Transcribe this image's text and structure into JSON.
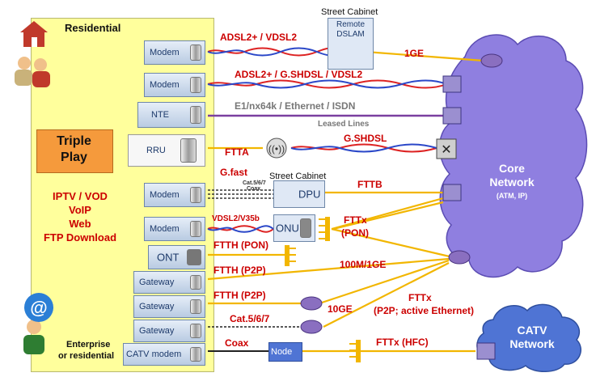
{
  "residential": "Residential",
  "triple_play": [
    "Triple",
    "Play"
  ],
  "services": [
    "IPTV / VOD",
    "VoIP",
    "Web",
    "FTP Download"
  ],
  "enterprise": [
    "Enterprise",
    "or residential"
  ],
  "devices": {
    "modem1": "Modem",
    "modem2": "Modem",
    "nte": "NTE",
    "rru": "RRU",
    "modem3": "Modem",
    "modem4": "Modem",
    "ont": "ONT",
    "gateway1": "Gateway",
    "gateway2": "Gateway",
    "gateway3": "Gateway",
    "catv_modem": "CATV modem"
  },
  "street_cabinet_1": "Street Cabinet",
  "remote_dslam": [
    "Remote",
    "DSLAM"
  ],
  "street_cabinet_2": "Street Cabinet",
  "dpu": "DPU",
  "onu": "ONU",
  "node": "Node",
  "links": {
    "adsl1": "ADSL2+ / VDSL2",
    "ge1": "1GE",
    "adsl2": "ADSL2+ / G.SHDSL / VDSL2",
    "e1": "E1/nx64k / Ethernet / ISDN",
    "leased": "Leased Lines",
    "ftta": "FTTA",
    "gshdsl": "G.SHDSL",
    "gfast": "G.fast",
    "cat567_small": "Cat.5/6/7",
    "coax_small": "Coax",
    "fttb": "FTTB",
    "vdsl35b": "VDSL2/V35b",
    "fttx_pon": [
      "FTTx",
      "(PON)"
    ],
    "ftth_pon": "FTTH (PON)",
    "ftth_p2p1": "FTTH (P2P)",
    "m100_1ge": "100M/1GE",
    "ftth_p2p2": "FTTH (P2P)",
    "ge10": "10GE",
    "fttx_p2p": [
      "FTTx",
      "(P2P; active Ethernet)"
    ],
    "cat567": "Cat.5/6/7",
    "coax": "Coax",
    "fttx_hfc": "FTTx (HFC)"
  },
  "core_network": [
    "Core",
    "Network",
    "(ATM, IP)"
  ],
  "catv_network": [
    "CATV",
    "Network"
  ],
  "colors": {
    "panel": "#ffff9c",
    "red_label": "#cc0000",
    "fiber": "#f2b600",
    "core_cloud": "#8f7fe0",
    "catv_cloud": "#4f74d4",
    "triple_play_box": "#f59a3c"
  }
}
